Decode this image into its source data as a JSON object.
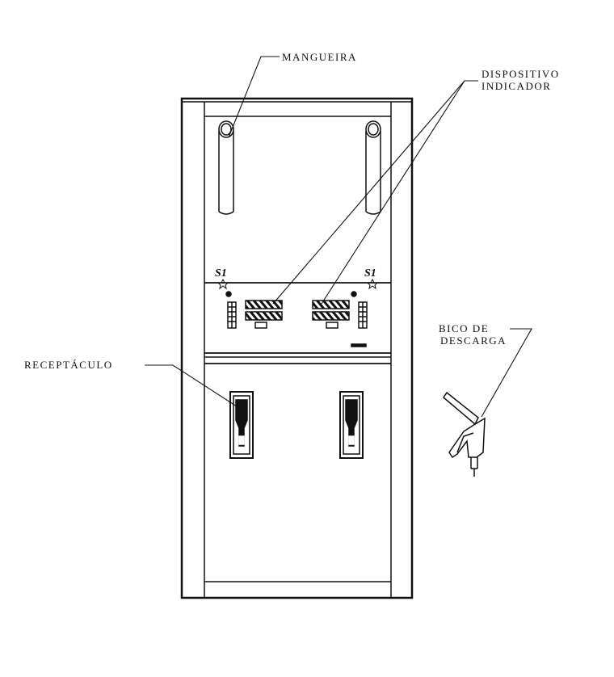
{
  "labels": {
    "mangueira": "MANGUEIRA",
    "dispositivo_line1": "DISPOSITIVO",
    "dispositivo_line2": "INDICADOR",
    "receptaculo": "RECEPTÁCULO",
    "bico_line1": "BICO  DE",
    "bico_line2": "DESCARGA",
    "s1_left": "S1",
    "s1_right": "S1"
  },
  "colors": {
    "ink": "#111111",
    "paper": "#ffffff"
  }
}
